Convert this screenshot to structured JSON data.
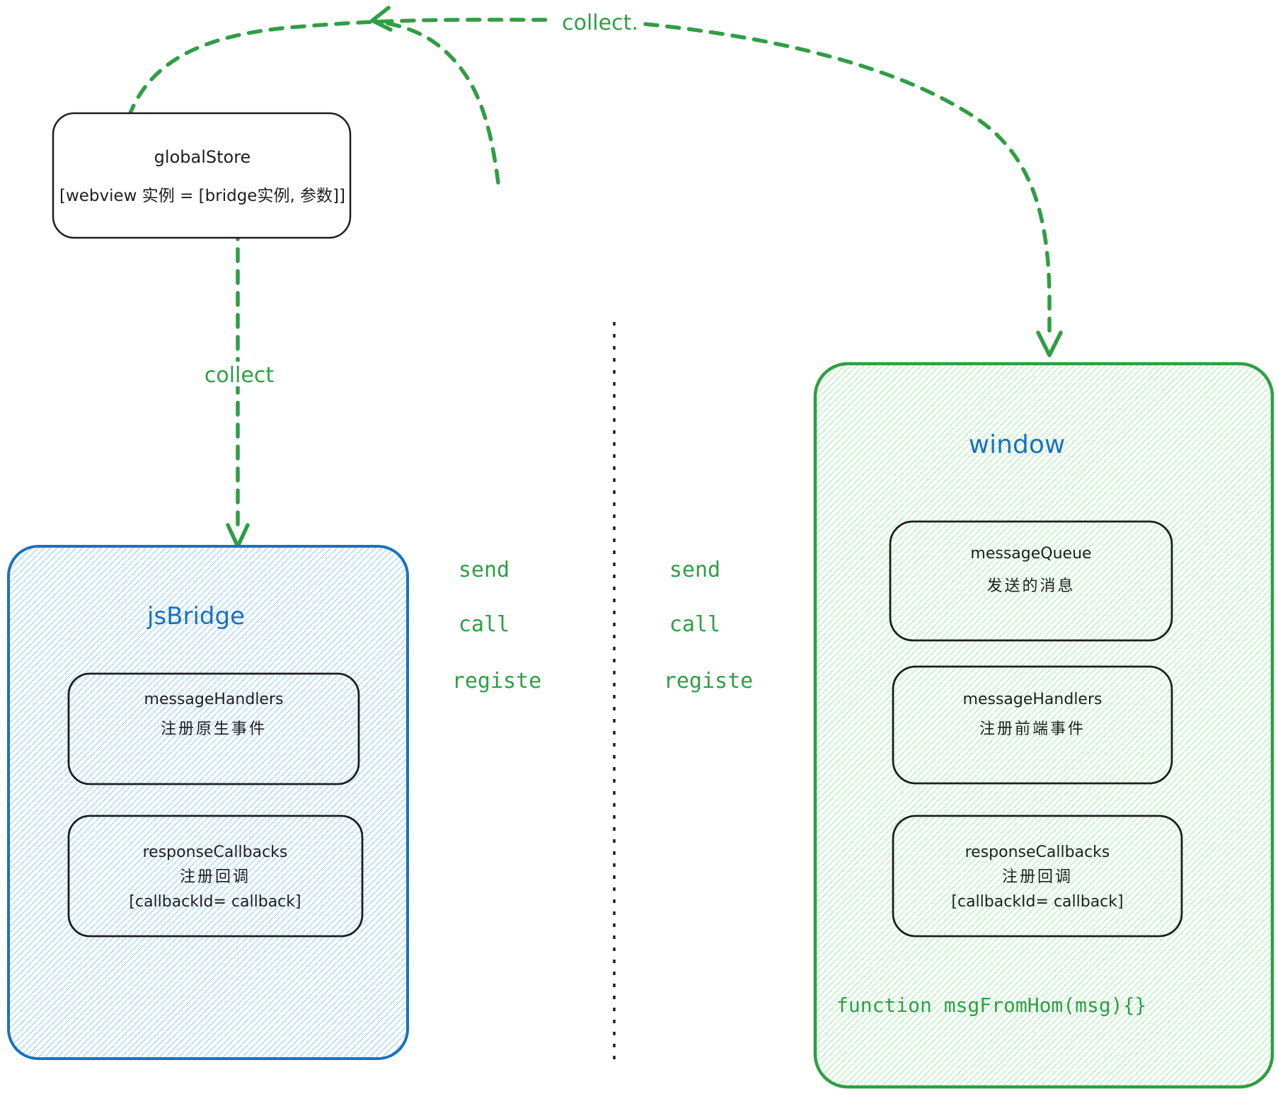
{
  "colors": {
    "green_stroke": "#2f9e44",
    "green_fill_hatch": "#b2f2bb",
    "blue_stroke": "#1971c2",
    "blue_fill_hatch": "#a5d8ff",
    "ink": "#1e1e1e"
  },
  "global_store": {
    "title": "globalStore",
    "entry": "[webview 实例 = [bridge实例, 参数]]"
  },
  "labels": {
    "collect_top": "collect.",
    "collect_mid": "collect"
  },
  "js_bridge": {
    "title": "jsBridge",
    "message_handlers": {
      "name": "messageHandlers",
      "desc": "注册原生事件"
    },
    "response_callbacks": {
      "name": "responseCallbacks",
      "desc": "注册回调",
      "mapping": "[callbackId= callback]"
    },
    "methods": {
      "send": "send",
      "call": "call",
      "registe": "registe"
    }
  },
  "window_obj": {
    "title": "window",
    "message_queue": {
      "name": "messageQueue",
      "desc": "发送的消息"
    },
    "message_handlers": {
      "name": "messageHandlers",
      "desc": "注册前端事件"
    },
    "response_callbacks": {
      "name": "responseCallbacks",
      "desc": "注册回调",
      "mapping": "[callbackId= callback]"
    },
    "function_label": "function msgFromHom(msg){}",
    "methods": {
      "send": "send",
      "call": "call",
      "registe": "registe"
    }
  }
}
